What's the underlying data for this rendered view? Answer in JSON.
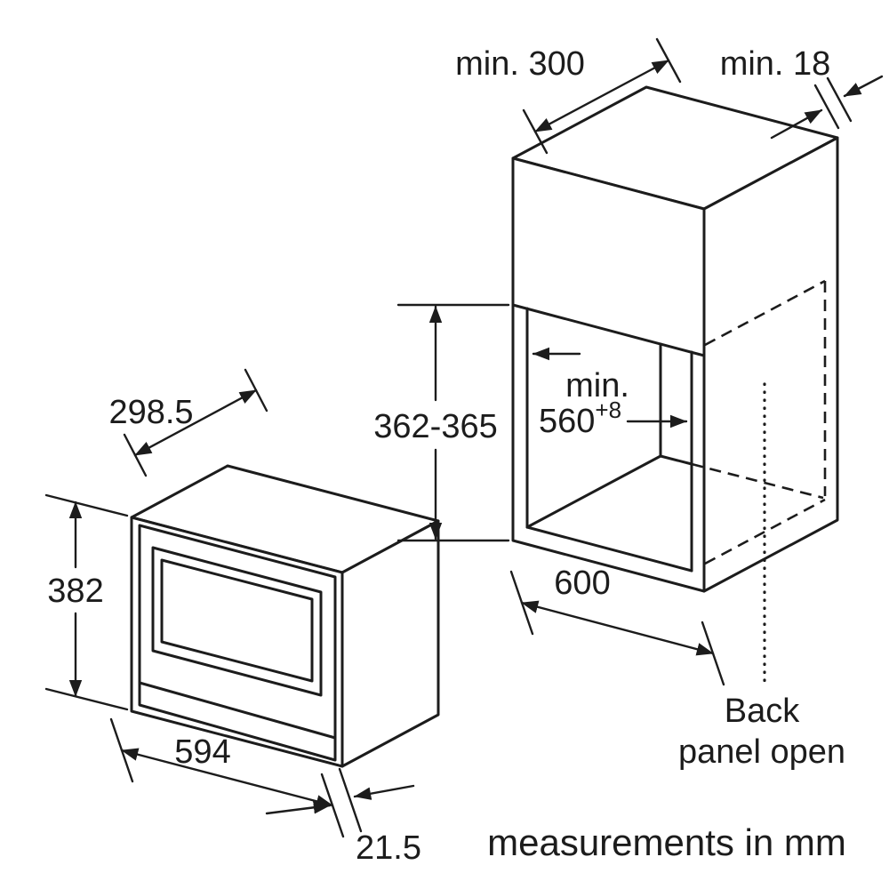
{
  "labels": {
    "note": "measurements in mm",
    "back_panel_line1": "Back",
    "back_panel_line2": "panel open"
  },
  "dimensions": {
    "oven_depth": "298.5",
    "oven_height": "382",
    "oven_width": "594",
    "door_protrusion": "21.5",
    "top_clearance": "min. 300",
    "rear_gap": "min. 18",
    "niche_height": "362-365",
    "niche_width_min": "min.",
    "niche_width_value": "560",
    "niche_width_tolerance": "+8",
    "cabinet_width": "600"
  },
  "colors": {
    "line": "#1c1c1c",
    "background": "#ffffff"
  }
}
